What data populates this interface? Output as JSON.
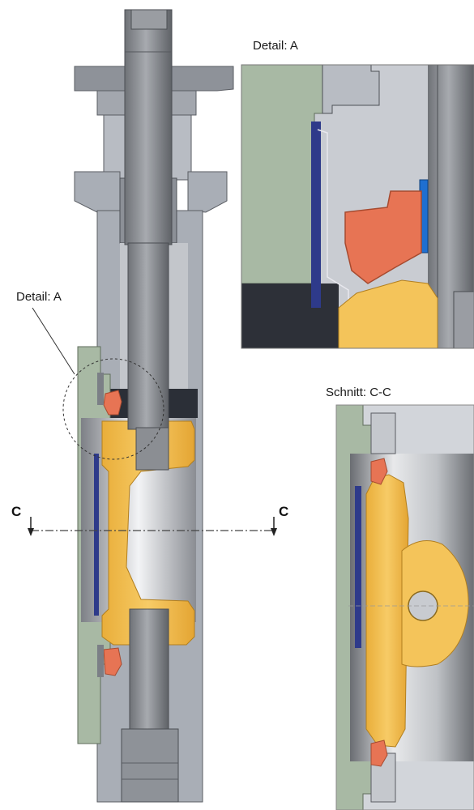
{
  "detail_a_title": "Detail: A",
  "detail_a_callout": "Detail: A",
  "section_title": "Schnitt: C-C",
  "cut_left": "C",
  "cut_right": "C",
  "colors": {
    "body_gray": "#a9aeb6",
    "body_light": "#c4c8ce",
    "stem": "#8c8f94",
    "flange_green": "#a8b9a4",
    "disc_gold": "#f2c053",
    "seal_red": "#e77454",
    "liner_blue": "#2e3a8a",
    "accent_blue": "#1f6fd1",
    "dark": "#2a2e36"
  }
}
